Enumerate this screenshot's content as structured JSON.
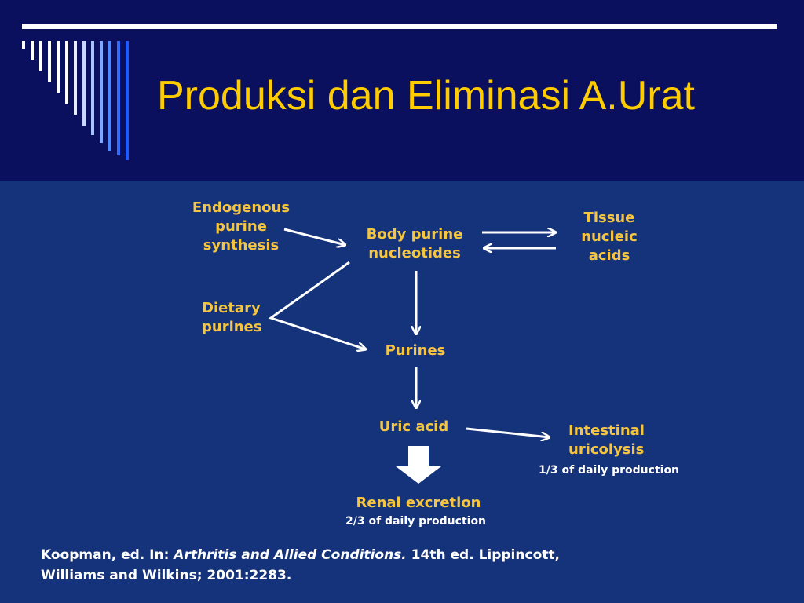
{
  "slide": {
    "title": "Produksi dan Eliminasi A.Urat"
  },
  "diagram": {
    "endogenous": "Endogenous purine synthesis",
    "dietary": "Dietary purines",
    "body_purine": "Body purine nucleotides",
    "tissue": "Tissue nucleic acids",
    "purines": "Purines",
    "uric_acid": "Uric acid",
    "intestinal": "Intestinal uricolysis",
    "intestinal_note": "1/3 of daily production",
    "renal": "Renal excretion",
    "renal_note": "2/3 of daily production"
  },
  "citation": {
    "prefix": "Koopman, ed. In: ",
    "book": "Arthritis and Allied Conditions.",
    "suffix": " 14th ed. Lippincott,",
    "line2": "Williams and Wilkins; 2001:2283."
  },
  "colors": {
    "background": "#0a0f5e",
    "panel": "#15337a",
    "title": "#ffcc00",
    "label": "#f5c542",
    "arrow": "#ffffff"
  }
}
